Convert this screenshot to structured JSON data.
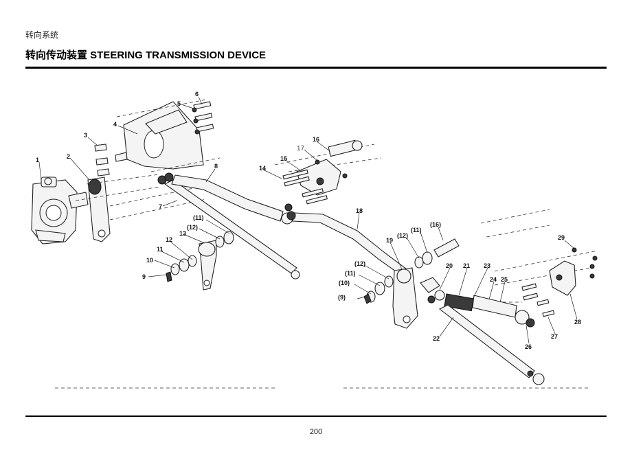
{
  "header": {
    "section_label": "转向系统",
    "title": "转向传动装置 STEERING TRANSMISSION DEVICE"
  },
  "footer": {
    "page_number": "200"
  },
  "diagram": {
    "callouts": [
      "1",
      "2",
      "3",
      "4",
      "5",
      "6",
      "7",
      "8",
      "(9)",
      "9",
      "(10)",
      "10",
      "(11)",
      "11",
      "(12)",
      "12",
      "13",
      "14",
      "15",
      "16",
      "(16)",
      "17",
      "18",
      "19",
      "20",
      "21",
      "22",
      "23",
      "24",
      "25",
      "26",
      "27",
      "28",
      "29"
    ]
  }
}
